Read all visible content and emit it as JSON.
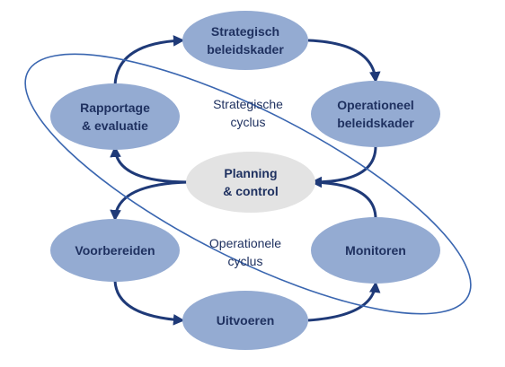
{
  "nodes": {
    "strategisch_beleidskader": "Strategisch\nbeleidskader",
    "operationeel_beleidskader": "Operationeel\nbeleidskader",
    "rapportage_evaluatie": "Rapportage\n& evaluatie",
    "planning_control": "Planning\n& control",
    "voorbereiden": "Voorbereiden",
    "monitoren": "Monitoren",
    "uitvoeren": "Uitvoeren"
  },
  "cycles": {
    "strategic": "Strategische\ncyclus",
    "operational": "Operationele\ncyclus"
  },
  "colors": {
    "node_fill": "#94abd2",
    "center_fill": "#e3e3e3",
    "text": "#1f3160",
    "arrow": "#1f3a78",
    "orbit": "#3a66b0"
  }
}
